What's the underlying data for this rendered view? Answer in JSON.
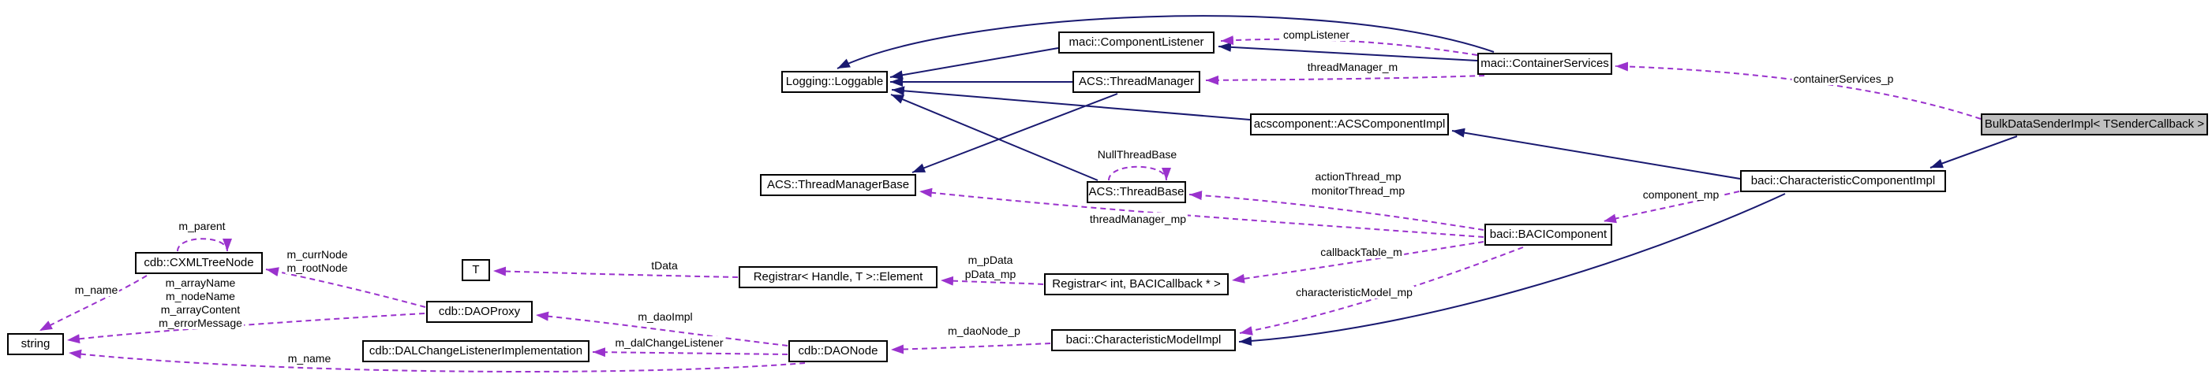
{
  "diagram": {
    "type": "doxygen-collaboration-graph",
    "main_class": "BulkDataSenderImpl< TSenderCallback >",
    "colors": {
      "inheritance": "#191970",
      "usage": "#9a32cd",
      "node_bg": "#ffffff",
      "node_border": "#000000",
      "main_node_bg": "#bfbfbf",
      "text": "#000000"
    },
    "nodes": {
      "component_listener": "maci::ComponentListener",
      "loggable": "Logging::Loggable",
      "thread_manager": "ACS::ThreadManager",
      "container_services": "maci::ContainerServices",
      "acs_component_impl": "acscomponent::ACSComponentImpl",
      "bulk_data_sender_impl": "BulkDataSenderImpl< TSenderCallback >",
      "thread_manager_base": "ACS::ThreadManagerBase",
      "thread_base": "ACS::ThreadBase",
      "characteristic_component_impl": "baci::CharacteristicComponentImpl",
      "baci_component": "baci::BACIComponent",
      "cxml_tree_node": "cdb::CXMLTreeNode",
      "t": "T",
      "registrar_element": "Registrar< Handle, T >::Element",
      "registrar_int": "Registrar< int, BACICallback * >",
      "dao_proxy": "cdb::DAOProxy",
      "string": "string",
      "dal_change_listener": "cdb::DALChangeListenerImplementation",
      "dao_node": "cdb::DAONode",
      "characteristic_model_impl": "baci::CharacteristicModelImpl"
    },
    "edge_labels": {
      "comp_listener": "compListener",
      "thread_manager_m": "threadManager_m",
      "container_services_p": "containerServices_p",
      "null_thread_base": "NullThreadBase",
      "action_thread_mp": "actionThread_mp",
      "monitor_thread_mp": "monitorThread_mp",
      "thread_manager_mp": "threadManager_mp",
      "component_mp": "component_mp",
      "callback_table_m": "callbackTable_m",
      "characteristic_model_mp": "characteristicModel_mp",
      "m_pdata": "m_pData",
      "pdata_mp": "pData_mp",
      "tdata": "tData",
      "m_parent": "m_parent",
      "m_curr_node": "m_currNode",
      "m_root_node": "m_rootNode",
      "m_name_tree": "m_name",
      "m_array_name": "m_arrayName",
      "m_node_name": "m_nodeName",
      "m_array_content": "m_arrayContent",
      "m_error_message": "m_errorMessage",
      "m_dao_impl": "m_daoImpl",
      "m_dao_node_p": "m_daoNode_p",
      "m_dal_change_listener": "m_dalChangeListener",
      "m_name_dao": "m_name"
    },
    "relations": [
      {
        "from": "maci::ComponentListener",
        "to": "Logging::Loggable",
        "type": "inheritance"
      },
      {
        "from": "ACS::ThreadManager",
        "to": "Logging::Loggable",
        "type": "inheritance"
      },
      {
        "from": "maci::ContainerServices",
        "to": "maci::ComponentListener",
        "type": "inheritance"
      },
      {
        "from": "maci::ContainerServices",
        "to": "Logging::Loggable",
        "type": "inheritance"
      },
      {
        "from": "acscomponent::ACSComponentImpl",
        "to": "Logging::Loggable",
        "type": "inheritance"
      },
      {
        "from": "ACS::ThreadBase",
        "to": "Logging::Loggable",
        "type": "inheritance"
      },
      {
        "from": "ACS::ThreadManager",
        "to": "ACS::ThreadManagerBase",
        "type": "inheritance"
      },
      {
        "from": "BulkDataSenderImpl< TSenderCallback >",
        "to": "baci::CharacteristicComponentImpl",
        "type": "inheritance"
      },
      {
        "from": "baci::CharacteristicComponentImpl",
        "to": "acscomponent::ACSComponentImpl",
        "type": "inheritance"
      },
      {
        "from": "baci::CharacteristicComponentImpl",
        "to": "baci::CharacteristicModelImpl",
        "type": "inheritance"
      },
      {
        "from": "maci::ContainerServices",
        "to": "maci::ComponentListener",
        "type": "usage",
        "label": "compListener"
      },
      {
        "from": "maci::ContainerServices",
        "to": "ACS::ThreadManager",
        "type": "usage",
        "label": "threadManager_m"
      },
      {
        "from": "BulkDataSenderImpl< TSenderCallback >",
        "to": "maci::ContainerServices",
        "type": "usage",
        "label": "containerServices_p"
      },
      {
        "from": "ACS::ThreadBase",
        "to": "ACS::ThreadBase",
        "type": "usage",
        "label": "NullThreadBase"
      },
      {
        "from": "baci::BACIComponent",
        "to": "ACS::ThreadBase",
        "type": "usage",
        "label": "actionThread_mp monitorThread_mp"
      },
      {
        "from": "baci::BACIComponent",
        "to": "ACS::ThreadManagerBase",
        "type": "usage",
        "label": "threadManager_mp"
      },
      {
        "from": "baci::CharacteristicComponentImpl",
        "to": "baci::BACIComponent",
        "type": "usage",
        "label": "component_mp"
      },
      {
        "from": "baci::BACIComponent",
        "to": "Registrar< int, BACICallback * >",
        "type": "usage",
        "label": "callbackTable_m"
      },
      {
        "from": "Registrar< int, BACICallback * >",
        "to": "Registrar< Handle, T >::Element",
        "type": "usage",
        "label": "m_pData pData_mp"
      },
      {
        "from": "Registrar< Handle, T >::Element",
        "to": "T",
        "type": "usage",
        "label": "tData"
      },
      {
        "from": "baci::BACIComponent",
        "to": "baci::CharacteristicModelImpl",
        "type": "usage",
        "label": "characteristicModel_mp"
      },
      {
        "from": "baci::CharacteristicModelImpl",
        "to": "cdb::DAONode",
        "type": "usage",
        "label": "m_daoNode_p"
      },
      {
        "from": "cdb::DAONode",
        "to": "cdb::DAOProxy",
        "type": "usage",
        "label": "m_daoImpl"
      },
      {
        "from": "cdb::DAONode",
        "to": "cdb::DALChangeListenerImplementation",
        "type": "usage",
        "label": "m_dalChangeListener"
      },
      {
        "from": "cdb::DAOProxy",
        "to": "cdb::CXMLTreeNode",
        "type": "usage",
        "label": "m_currNode m_rootNode"
      },
      {
        "from": "cdb::CXMLTreeNode",
        "to": "cdb::CXMLTreeNode",
        "type": "usage",
        "label": "m_parent"
      },
      {
        "from": "cdb::CXMLTreeNode",
        "to": "string",
        "type": "usage",
        "label": "m_name"
      },
      {
        "from": "cdb::DAOProxy",
        "to": "string",
        "type": "usage",
        "label": "m_arrayName m_nodeName m_arrayContent m_errorMessage"
      },
      {
        "from": "cdb::DAONode",
        "to": "string",
        "type": "usage",
        "label": "m_name"
      }
    ]
  }
}
